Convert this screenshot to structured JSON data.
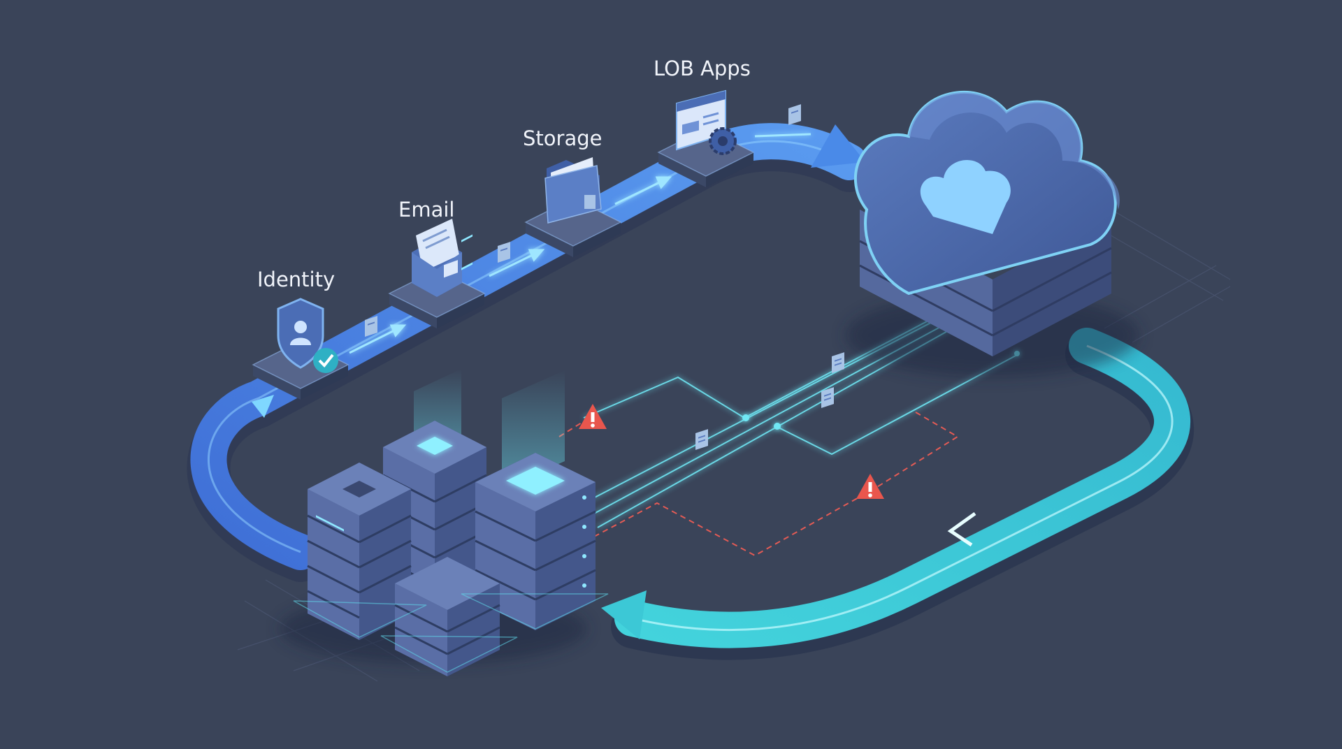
{
  "stages": [
    {
      "label": "Identity",
      "icon": "shield-user-check-icon"
    },
    {
      "label": "Email",
      "icon": "envelope-icon"
    },
    {
      "label": "Storage",
      "icon": "folder-icon"
    },
    {
      "label": "LOB Apps",
      "icon": "app-window-gear-icon"
    }
  ],
  "destination": {
    "icon": "cloud-icon"
  },
  "source": {
    "icon": "server-rack-icon"
  },
  "colors": {
    "background": "#3a4459",
    "forward_flow": "#4f86e6",
    "return_flow": "#3cc8d6",
    "glow": "#7ff0ff",
    "warning": "#ef5a4f",
    "server_body": "#5a6ea6",
    "cloud_body": "#4f6cae",
    "platform": "#4a587a"
  }
}
